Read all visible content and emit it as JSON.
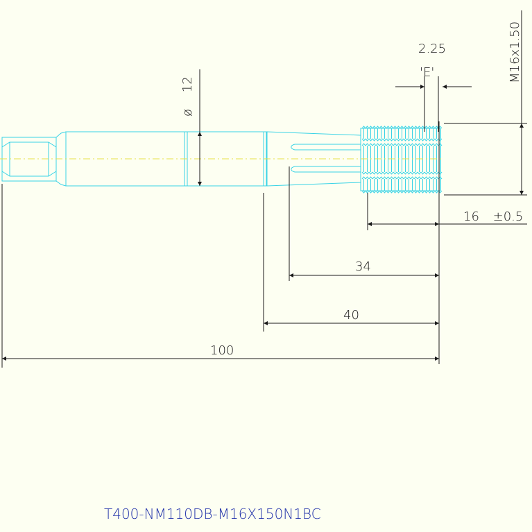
{
  "drawing": {
    "part_number": "T400-NM110DB-M16X150N1BC",
    "dimensions": {
      "diameter_symbol": "ø",
      "diameter": "12",
      "overall_length": "100",
      "length_40": "40",
      "length_34": "34",
      "thread_length": "16",
      "thread_tolerance": "±0.5",
      "thread_spec": "M16x1.50",
      "offset_value": "2.25",
      "offset_label": "'E'"
    },
    "colors": {
      "background": "#fdfff2",
      "outline": "#39d3e6",
      "dimension": "#1a1a1a",
      "centerline": "#e8e048",
      "title": "#2233aa"
    }
  }
}
